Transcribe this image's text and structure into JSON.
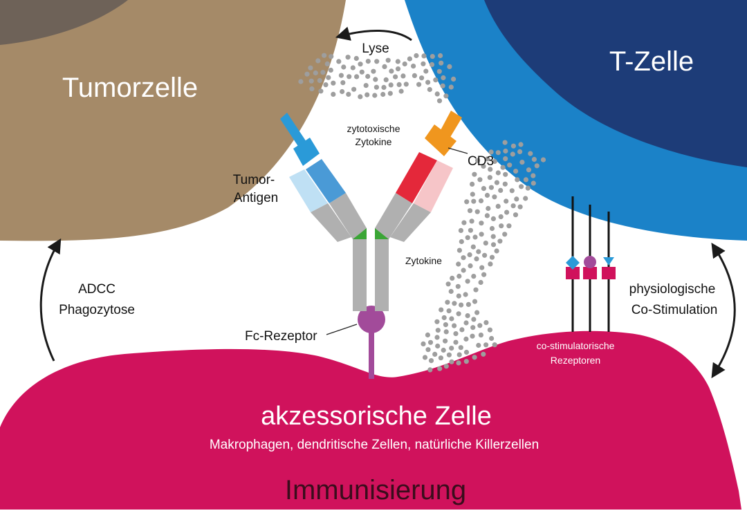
{
  "cells": {
    "tumor": "Tumorzelle",
    "tcell": "T-Zelle",
    "accessory": "akzessorische Zelle",
    "accessory_sub": "Makrophagen, dendritische Zellen, natürliche Killerzellen"
  },
  "labels": {
    "lyse": "Lyse",
    "cytotoxic_line1": "zytotoxische",
    "cytotoxic_line2": "Zytokine",
    "tumor_antigen_line1": "Tumor-",
    "tumor_antigen_line2": "Antigen",
    "cd3": "CD3",
    "zytokine": "Zytokine",
    "fc_receptor": "Fc-Rezeptor",
    "adcc_line1": "ADCC",
    "adcc_line2": "Phagozytose",
    "costim_line1": "physiologische",
    "costim_line2": "Co-Stimulation",
    "costim_receptors_line1": "co-stimulatorische",
    "costim_receptors_line2": "Rezeptoren"
  },
  "footer": {
    "title": "Immunisierung"
  },
  "colors": {
    "tumor_brown": "#a58a68",
    "tumor_dark": "#6e6258",
    "tcell_blue": "#1b82c8",
    "tcell_navy": "#1d3c78",
    "accessory_magenta": "#d0125c",
    "antibody_gray": "#b0b0b0",
    "hinge_green": "#3aa535",
    "fc_purple": "#a24b9a",
    "cd3_orange": "#f0961e",
    "heavy_red": "#e4283a",
    "light_pink": "#f6c5c8",
    "antigen_blue": "#2a9ad8",
    "light_blue": "#bfe0f4",
    "dot_gray": "#9e9e9e",
    "footer_dark": "#3a0d1c"
  }
}
